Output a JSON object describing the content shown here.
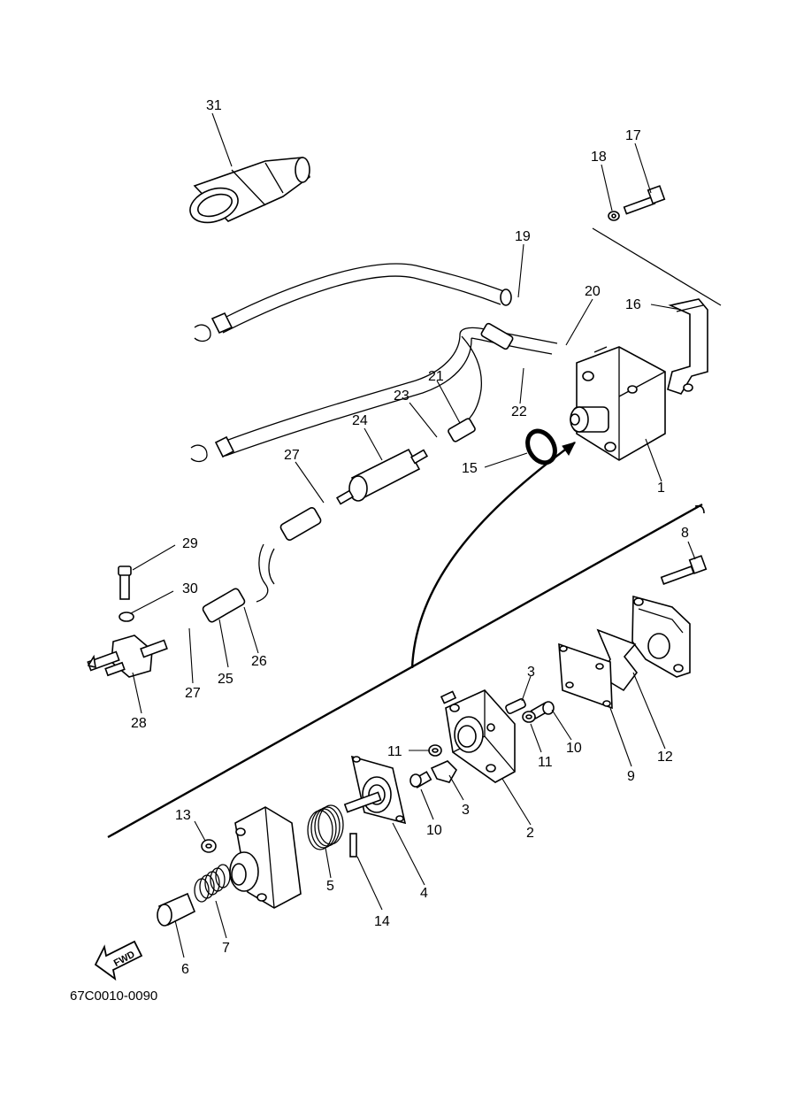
{
  "diagram": {
    "drawing_code": "67C0010-0090",
    "fwd_label": "FWD",
    "callouts": {
      "p1": "1",
      "p2": "2",
      "p3a": "3",
      "p3b": "3",
      "p4": "4",
      "p5": "5",
      "p6": "6",
      "p7": "7",
      "p8": "8",
      "p9": "9",
      "p10a": "10",
      "p10b": "10",
      "p11a": "11",
      "p11b": "11",
      "p12": "12",
      "p13": "13",
      "p14": "14",
      "p15": "15",
      "p16": "16",
      "p17": "17",
      "p18": "18",
      "p19": "19",
      "p20": "20",
      "p21": "21",
      "p22": "22",
      "p23": "23",
      "p24": "24",
      "p25": "25",
      "p26": "26",
      "p27a": "27",
      "p27b": "27",
      "p28": "28",
      "p29": "29",
      "p30": "30",
      "p31": "31"
    }
  }
}
